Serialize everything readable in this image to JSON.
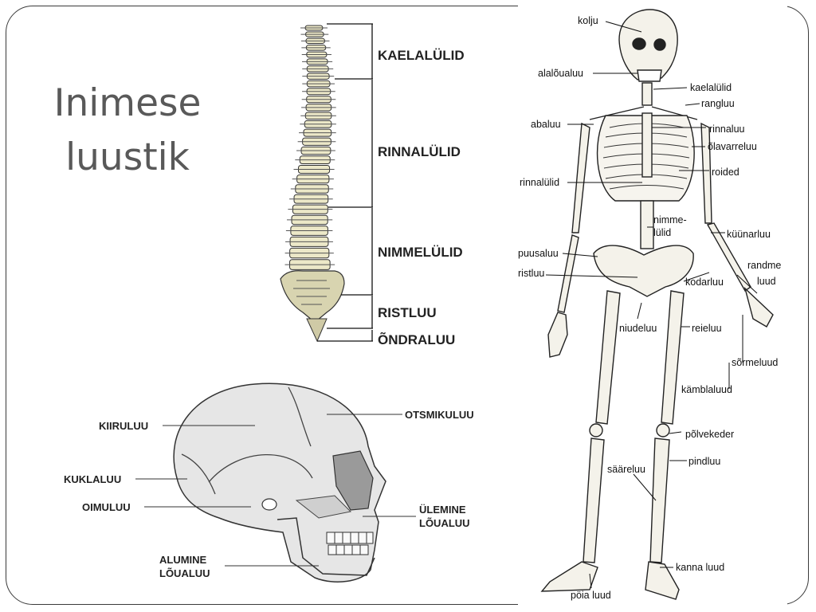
{
  "slide": {
    "title_line1": "Inimese",
    "title_line2": "luustik"
  },
  "spine": {
    "labels": [
      "KAELALÜLID",
      "RINNALÜLID",
      "NIMMELÜLID",
      "RISTLUU",
      "ÕNDRALUU"
    ]
  },
  "skull": {
    "labels": [
      "KIIRULUU",
      "KUKLALUU",
      "OIMULUU",
      "ALUMINE",
      "LÕUALUU",
      "OTSMIKULUU",
      "ÜLEMINE",
      "LÕUALUU"
    ]
  },
  "skeleton": {
    "labels": [
      "kolju",
      "alalõualuu",
      "kaelalülid",
      "rangluu",
      "abaluu",
      "rinnaluu",
      "õlavarreluu",
      "roided",
      "rinnalülid",
      "nimme-",
      "lülid",
      "küünarluu",
      "puusaluu",
      "ristluu",
      "randme",
      "luud",
      "kodarluu",
      "niudeluu",
      "reieluu",
      "sõrmeluud",
      "kämblaluud",
      "põlvekeder",
      "pindluu",
      "sääreluu",
      "kanna luud",
      "pöia luud"
    ]
  },
  "colors": {
    "title": "#595959",
    "bone": "#ece8c8",
    "skull_fill": "#e6e6e6",
    "frame": "#3a3a3a"
  }
}
